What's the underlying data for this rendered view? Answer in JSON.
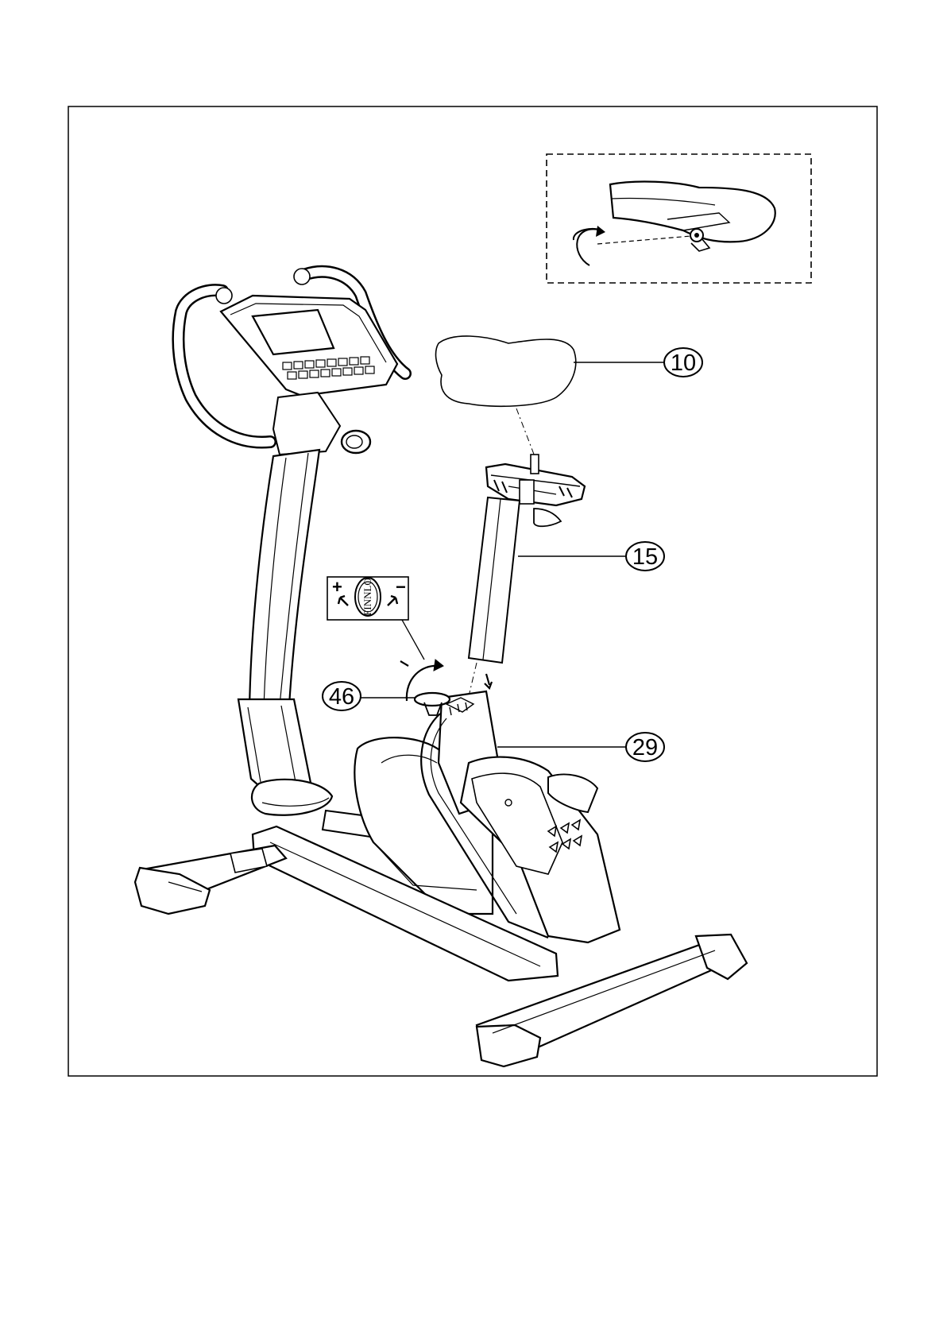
{
  "callouts": {
    "seat": "10",
    "seat_post": "15",
    "knob": "46",
    "frame_tube": "29"
  },
  "knob_label": {
    "brand": "FINNLO",
    "plus": "+",
    "minus": "−"
  },
  "colors": {
    "line": "#000000",
    "background": "#ffffff"
  }
}
